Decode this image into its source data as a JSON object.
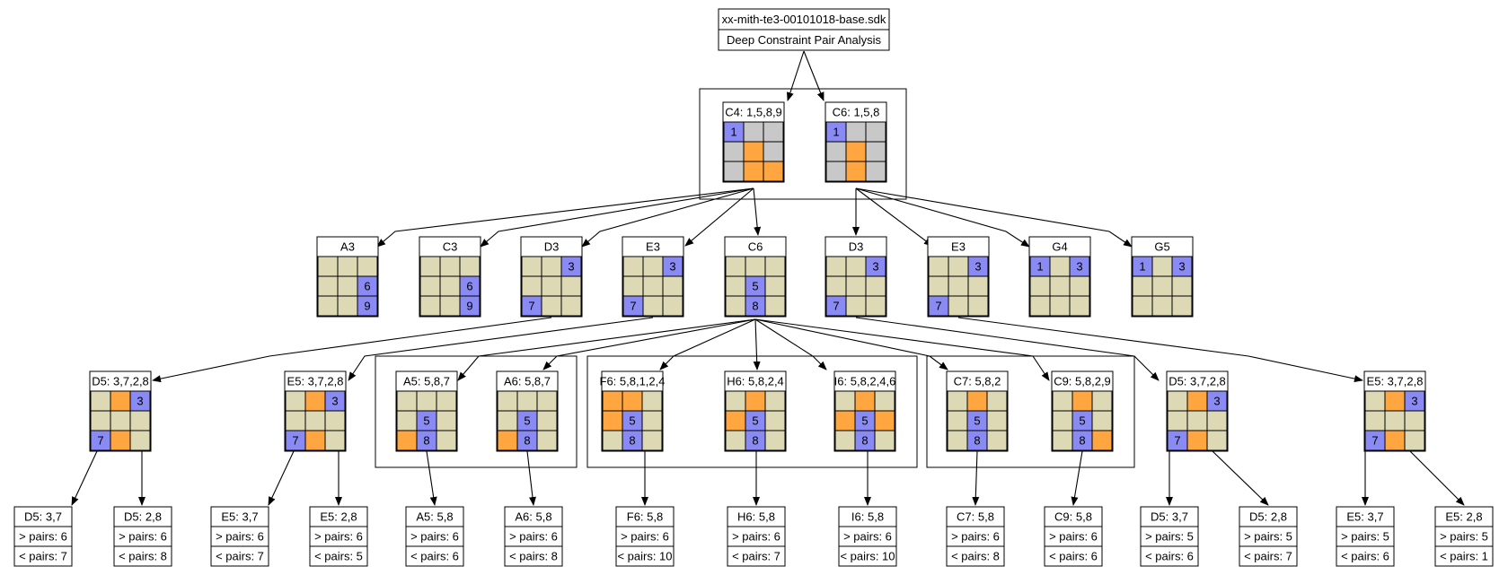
{
  "header": {
    "filename": "xx-mith-te3-00101018-base.sdk",
    "subtitle": "Deep Constraint Pair Analysis"
  },
  "colors": {
    "purple": "#8a8af5",
    "orange": "#ffa640",
    "gray": "#c8c8c8",
    "khaki": "#ddd9b4",
    "stroke": "#000000"
  },
  "level1": [
    {
      "title": "C4: 1,5,8,9",
      "grid": [
        "P",
        "G",
        "G",
        "G",
        "O",
        "G",
        "G",
        "O",
        "O"
      ],
      "digits": [
        "1",
        "",
        "",
        "",
        "",
        "",
        "",
        "",
        ""
      ]
    },
    {
      "title": "C6: 1,5,8",
      "grid": [
        "P",
        "G",
        "G",
        "G",
        "O",
        "G",
        "G",
        "O",
        "G"
      ],
      "digits": [
        "1",
        "",
        "",
        "",
        "",
        "",
        "",
        "",
        ""
      ]
    }
  ],
  "level2": [
    {
      "title": "A3",
      "grid": [
        "K",
        "K",
        "K",
        "K",
        "K",
        "P",
        "K",
        "K",
        "P"
      ],
      "digits": [
        "",
        "",
        "",
        "",
        "",
        "6",
        "",
        "",
        "9"
      ]
    },
    {
      "title": "C3",
      "grid": [
        "K",
        "K",
        "K",
        "K",
        "K",
        "P",
        "K",
        "K",
        "P"
      ],
      "digits": [
        "",
        "",
        "",
        "",
        "",
        "6",
        "",
        "",
        "9"
      ]
    },
    {
      "title": "D3",
      "grid": [
        "K",
        "K",
        "P",
        "K",
        "K",
        "K",
        "P",
        "K",
        "K"
      ],
      "digits": [
        "",
        "",
        "3",
        "",
        "",
        "",
        "7",
        "",
        ""
      ]
    },
    {
      "title": "E3",
      "grid": [
        "K",
        "K",
        "P",
        "K",
        "K",
        "K",
        "P",
        "K",
        "K"
      ],
      "digits": [
        "",
        "",
        "3",
        "",
        "",
        "",
        "7",
        "",
        ""
      ]
    },
    {
      "title": "C6",
      "grid": [
        "K",
        "K",
        "K",
        "K",
        "P",
        "K",
        "K",
        "P",
        "K"
      ],
      "digits": [
        "",
        "",
        "",
        "",
        "5",
        "",
        "",
        "8",
        ""
      ]
    },
    {
      "title": "D3",
      "grid": [
        "K",
        "K",
        "P",
        "K",
        "K",
        "K",
        "P",
        "K",
        "K"
      ],
      "digits": [
        "",
        "",
        "3",
        "",
        "",
        "",
        "7",
        "",
        ""
      ]
    },
    {
      "title": "E3",
      "grid": [
        "K",
        "K",
        "P",
        "K",
        "K",
        "K",
        "P",
        "K",
        "K"
      ],
      "digits": [
        "",
        "",
        "3",
        "",
        "",
        "",
        "7",
        "",
        ""
      ]
    },
    {
      "title": "G4",
      "grid": [
        "P",
        "K",
        "P",
        "K",
        "K",
        "K",
        "K",
        "K",
        "K"
      ],
      "digits": [
        "1",
        "",
        "3",
        "",
        "",
        "",
        "",
        "",
        ""
      ]
    },
    {
      "title": "G5",
      "grid": [
        "P",
        "K",
        "P",
        "K",
        "K",
        "K",
        "K",
        "K",
        "K"
      ],
      "digits": [
        "1",
        "",
        "3",
        "",
        "",
        "",
        "",
        "",
        ""
      ]
    }
  ],
  "level3": [
    {
      "title": "D5: 3,7,2,8",
      "grid": [
        "K",
        "O",
        "P",
        "K",
        "K",
        "K",
        "P",
        "O",
        "K"
      ],
      "digits": [
        "",
        "",
        "3",
        "",
        "",
        "",
        "7",
        "",
        ""
      ]
    },
    {
      "title": "E5: 3,7,2,8",
      "grid": [
        "K",
        "O",
        "P",
        "K",
        "K",
        "K",
        "P",
        "O",
        "K"
      ],
      "digits": [
        "",
        "",
        "3",
        "",
        "",
        "",
        "7",
        "",
        ""
      ]
    },
    {
      "title": "A5: 5,8,7",
      "grid": [
        "K",
        "K",
        "K",
        "K",
        "P",
        "K",
        "O",
        "P",
        "K"
      ],
      "digits": [
        "",
        "",
        "",
        "",
        "5",
        "",
        "",
        "8",
        ""
      ]
    },
    {
      "title": "A6: 5,8,7",
      "grid": [
        "K",
        "K",
        "K",
        "K",
        "P",
        "K",
        "O",
        "P",
        "K"
      ],
      "digits": [
        "",
        "",
        "",
        "",
        "5",
        "",
        "",
        "8",
        ""
      ]
    },
    {
      "title": "F6: 5,8,1,2,4",
      "grid": [
        "O",
        "O",
        "K",
        "O",
        "P",
        "K",
        "K",
        "P",
        "K"
      ],
      "digits": [
        "",
        "",
        "",
        "",
        "5",
        "",
        "",
        "8",
        ""
      ]
    },
    {
      "title": "H6: 5,8,2,4",
      "grid": [
        "K",
        "O",
        "K",
        "O",
        "P",
        "K",
        "K",
        "P",
        "K"
      ],
      "digits": [
        "",
        "",
        "",
        "",
        "5",
        "",
        "",
        "8",
        ""
      ]
    },
    {
      "title": "I6: 5,8,2,4,6",
      "grid": [
        "K",
        "O",
        "K",
        "O",
        "P",
        "O",
        "K",
        "P",
        "K"
      ],
      "digits": [
        "",
        "",
        "",
        "",
        "5",
        "",
        "",
        "8",
        ""
      ]
    },
    {
      "title": "C7: 5,8,2",
      "grid": [
        "K",
        "O",
        "K",
        "K",
        "P",
        "K",
        "K",
        "P",
        "K"
      ],
      "digits": [
        "",
        "",
        "",
        "",
        "5",
        "",
        "",
        "8",
        ""
      ]
    },
    {
      "title": "C9: 5,8,2,9",
      "grid": [
        "K",
        "O",
        "K",
        "K",
        "P",
        "K",
        "K",
        "P",
        "O"
      ],
      "digits": [
        "",
        "",
        "",
        "",
        "5",
        "",
        "",
        "8",
        ""
      ]
    },
    {
      "title": "D5: 3,7,2,8",
      "grid": [
        "K",
        "O",
        "P",
        "K",
        "K",
        "K",
        "P",
        "O",
        "K"
      ],
      "digits": [
        "",
        "",
        "3",
        "",
        "",
        "",
        "7",
        "",
        ""
      ]
    },
    {
      "title": "E5: 3,7,2,8",
      "grid": [
        "K",
        "O",
        "P",
        "K",
        "K",
        "K",
        "P",
        "O",
        "K"
      ],
      "digits": [
        "",
        "",
        "3",
        "",
        "",
        "",
        "7",
        "",
        ""
      ]
    }
  ],
  "level4": [
    {
      "title": "D5: 3,7",
      "gt": "> pairs: 6",
      "lt": "< pairs: 7"
    },
    {
      "title": "D5: 2,8",
      "gt": "> pairs: 6",
      "lt": "< pairs: 8"
    },
    {
      "title": "E5: 3,7",
      "gt": "> pairs: 6",
      "lt": "< pairs: 7"
    },
    {
      "title": "E5: 2,8",
      "gt": "> pairs: 6",
      "lt": "< pairs: 5"
    },
    {
      "title": "A5: 5,8",
      "gt": "> pairs: 6",
      "lt": "< pairs: 6"
    },
    {
      "title": "A6: 5,8",
      "gt": "> pairs: 6",
      "lt": "< pairs: 8"
    },
    {
      "title": "F6: 5,8",
      "gt": "> pairs: 6",
      "lt": "< pairs: 10"
    },
    {
      "title": "H6: 5,8",
      "gt": "> pairs: 6",
      "lt": "< pairs: 7"
    },
    {
      "title": "I6: 5,8",
      "gt": "> pairs: 6",
      "lt": "< pairs: 10"
    },
    {
      "title": "C7: 5,8",
      "gt": "> pairs: 6",
      "lt": "< pairs: 8"
    },
    {
      "title": "C9: 5,8",
      "gt": "> pairs: 6",
      "lt": "< pairs: 6"
    },
    {
      "title": "D5: 3,7",
      "gt": "> pairs: 5",
      "lt": "< pairs: 6"
    },
    {
      "title": "D5: 2,8",
      "gt": "> pairs: 5",
      "lt": "< pairs: 7"
    },
    {
      "title": "E5: 3,7",
      "gt": "> pairs: 5",
      "lt": "< pairs: 6"
    },
    {
      "title": "E5: 2,8",
      "gt": "> pairs: 5",
      "lt": "< pairs: 1"
    }
  ]
}
